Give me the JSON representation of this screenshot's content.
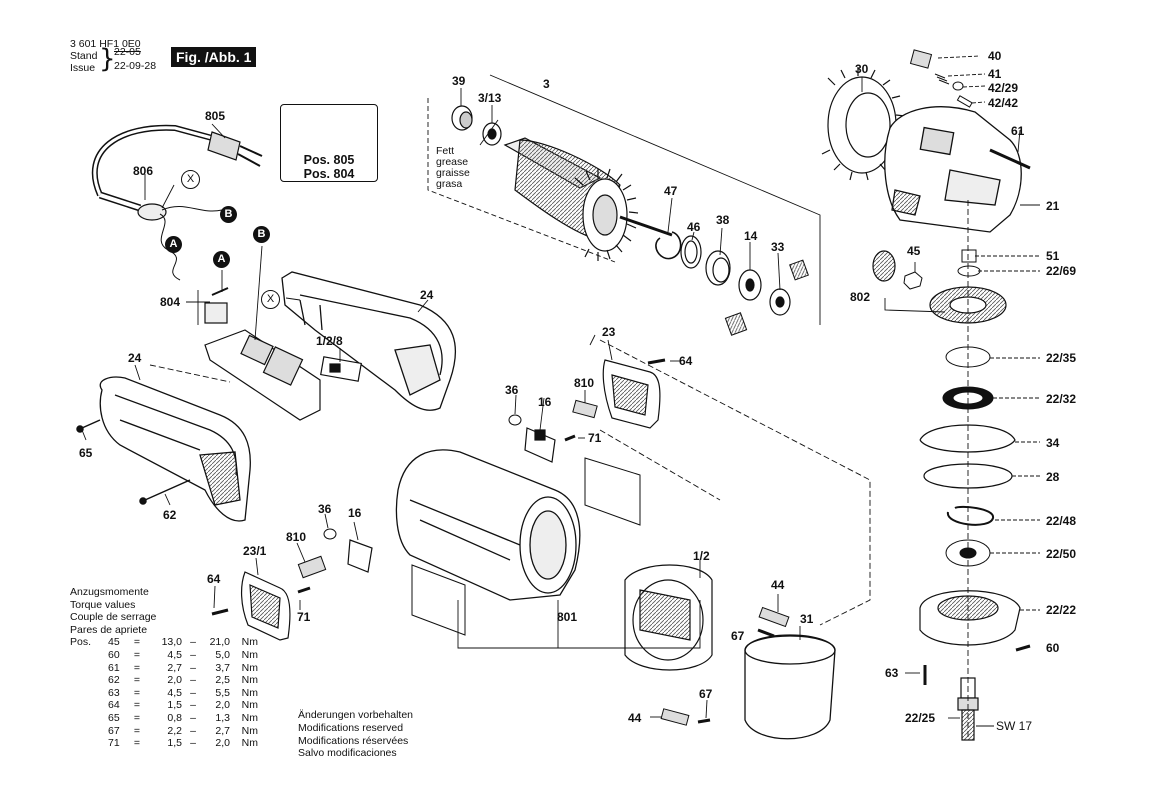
{
  "header": {
    "code": "3 601 HF1 0E0",
    "stand_label": "Stand",
    "issue_label": "Issue",
    "stand_value": "22-05",
    "issue_value": "22-09-28",
    "figure": "Fig. /Abb. 1"
  },
  "warning_box": {
    "line1": "Pos. 805",
    "line2": "Pos. 804"
  },
  "grease_note": [
    "Fett",
    "grease",
    "graisse",
    "grasa"
  ],
  "torque": {
    "titles": [
      "Anzugsmomente",
      "Torque values",
      "Couple de serrage",
      "Pares de apriete"
    ],
    "rows": [
      {
        "prefix": "Pos.",
        "pos": "45",
        "eq": "=",
        "min": "13,0",
        "dash": "–",
        "max": "21,0",
        "unit": "Nm"
      },
      {
        "prefix": "",
        "pos": "60",
        "eq": "=",
        "min": "4,5",
        "dash": "–",
        "max": "5,0",
        "unit": "Nm"
      },
      {
        "prefix": "",
        "pos": "61",
        "eq": "=",
        "min": "2,7",
        "dash": "–",
        "max": "3,7",
        "unit": "Nm"
      },
      {
        "prefix": "",
        "pos": "62",
        "eq": "=",
        "min": "2,0",
        "dash": "–",
        "max": "2,5",
        "unit": "Nm"
      },
      {
        "prefix": "",
        "pos": "63",
        "eq": "=",
        "min": "4,5",
        "dash": "–",
        "max": "5,5",
        "unit": "Nm"
      },
      {
        "prefix": "",
        "pos": "64",
        "eq": "=",
        "min": "1,5",
        "dash": "–",
        "max": "2,0",
        "unit": "Nm"
      },
      {
        "prefix": "",
        "pos": "65",
        "eq": "=",
        "min": "0,8",
        "dash": "–",
        "max": "1,3",
        "unit": "Nm"
      },
      {
        "prefix": "",
        "pos": "67",
        "eq": "=",
        "min": "2,2",
        "dash": "–",
        "max": "2,7",
        "unit": "Nm"
      },
      {
        "prefix": "",
        "pos": "71",
        "eq": "=",
        "min": "1,5",
        "dash": "–",
        "max": "2,0",
        "unit": "Nm"
      }
    ]
  },
  "modifications": [
    "Änderungen vorbehalten",
    "Modifications reserved",
    "Modifications réservées",
    "Salvo modificaciones"
  ],
  "markers": {
    "a": "A",
    "b": "B",
    "x": "X"
  },
  "callouts": {
    "p805": "805",
    "p806": "806",
    "p804": "804",
    "p24a": "24",
    "p24b": "24",
    "p65": "65",
    "p62": "62",
    "p128": "1/2/8",
    "p39": "39",
    "p313": "3/13",
    "p3": "3",
    "p47": "47",
    "p46": "46",
    "p38": "38",
    "p14": "14",
    "p33": "33",
    "p30": "30",
    "p40": "40",
    "p41": "41",
    "p4229": "42/29",
    "p4242": "42/42",
    "p61": "61",
    "p21": "21",
    "p45": "45",
    "p51": "51",
    "p2269": "22/69",
    "p802": "802",
    "p2235": "22/35",
    "p2232": "22/32",
    "p34": "34",
    "p28": "28",
    "p2248": "22/48",
    "p2250": "22/50",
    "p2222": "22/22",
    "p60": "60",
    "p63": "63",
    "p2225": "22/25",
    "psw17": "SW 17",
    "p23": "23",
    "p64a": "64",
    "p36a": "36",
    "p810a": "810",
    "p16a": "16",
    "p71a": "71",
    "p36b": "36",
    "p16b": "16",
    "p810b": "810",
    "p231": "23/1",
    "p64b": "64",
    "p71b": "71",
    "p801": "801",
    "p12": "1/2",
    "p44a": "44",
    "p67a": "67",
    "p31": "31",
    "p67b": "67",
    "p44b": "44"
  },
  "colors": {
    "ink": "#111111",
    "paper": "#ffffff",
    "shade": "#bbbbbb"
  }
}
